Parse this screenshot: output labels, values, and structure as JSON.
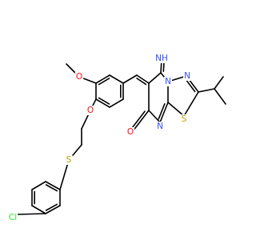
{
  "colors": {
    "bond": "#000000",
    "O": "#ff0d0d",
    "N": "#3050f8",
    "S": "#b8a000",
    "Cl": "#1ff01f"
  },
  "atoms": [
    {
      "id": "Cl",
      "label": "Cl",
      "el": "Cl"
    },
    {
      "id": "S1",
      "label": "S",
      "el": "S"
    },
    {
      "id": "O1",
      "label": "O",
      "el": "O"
    },
    {
      "id": "O2",
      "label": "O",
      "el": "O"
    },
    {
      "id": "NH",
      "label": "NH",
      "el": "N"
    },
    {
      "id": "N1",
      "label": "N",
      "el": "N"
    },
    {
      "id": "N2",
      "label": "N",
      "el": "N"
    },
    {
      "id": "N3",
      "label": "N",
      "el": "N"
    },
    {
      "id": "S2",
      "label": "S",
      "el": "S"
    },
    {
      "id": "O3",
      "label": "O",
      "el": "O"
    }
  ]
}
